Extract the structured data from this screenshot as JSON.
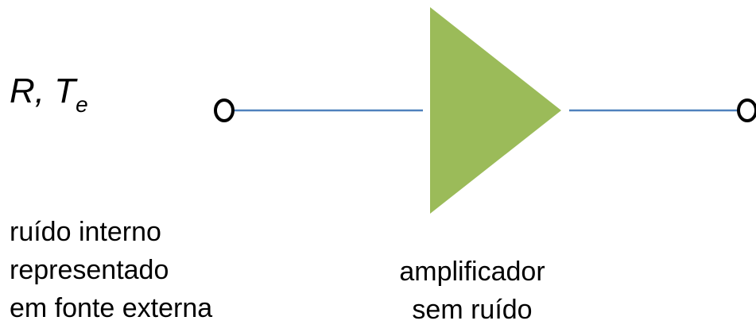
{
  "source": {
    "label_main": "R, T",
    "label_sub": "e",
    "caption_lines": [
      "ruído interno",
      "representado",
      "em fonte externa"
    ]
  },
  "amplifier": {
    "caption_lines": [
      "amplificador",
      "sem ruído"
    ],
    "fill_color": "#9bbb59"
  },
  "wire_color": "#4f81bd",
  "terminal_color": "#000000"
}
